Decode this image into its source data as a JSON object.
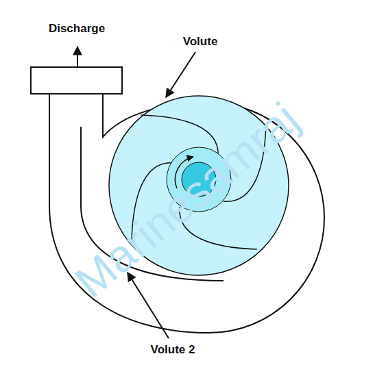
{
  "diagram": {
    "labels": [
      "Discharge",
      "Volute",
      "Volute 2",
      "Marinesamraj"
    ]
  }
}
